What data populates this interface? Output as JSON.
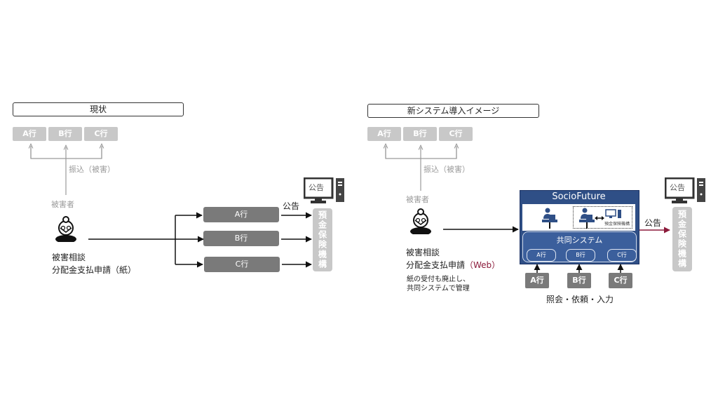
{
  "left": {
    "title": "現状",
    "banks_top": [
      "A行",
      "B行",
      "C行"
    ],
    "transfer_label": "振込（被害）",
    "victim_label": "被害者",
    "consult_line1": "被害相談",
    "consult_line2": "分配金支払申請（紙）",
    "banks_mid": [
      "A行",
      "B行",
      "C行"
    ],
    "notice_label": "公告",
    "monitor_label": "公告",
    "dic_label": "預金保険機構"
  },
  "right": {
    "title": "新システム導入イメージ",
    "banks_top": [
      "A行",
      "B行",
      "C行"
    ],
    "transfer_label": "振込（被害）",
    "victim_label": "被害者",
    "consult_line1": "被害相談",
    "consult_line2": "分配金支払申請",
    "consult_web": "（Web）",
    "note_line1": "紙の受付も廃止し、",
    "note_line2": "共同システムで管理",
    "system_title": "SocioFuture",
    "dashed_label": "預金保険機構",
    "shared_system_label": "共同システム",
    "db_labels": [
      "A行",
      "B行",
      "C行"
    ],
    "banks_bottom": [
      "A行",
      "B行",
      "C行"
    ],
    "bottom_label": "照会・依頼・入力",
    "notice_label": "公告",
    "monitor_label": "公告",
    "dic_label": "預金保険機構"
  },
  "colors": {
    "system_blue": "#2f4f86",
    "web_accent": "#8b1a3a",
    "notice_arrow": "#8b1a3a"
  }
}
